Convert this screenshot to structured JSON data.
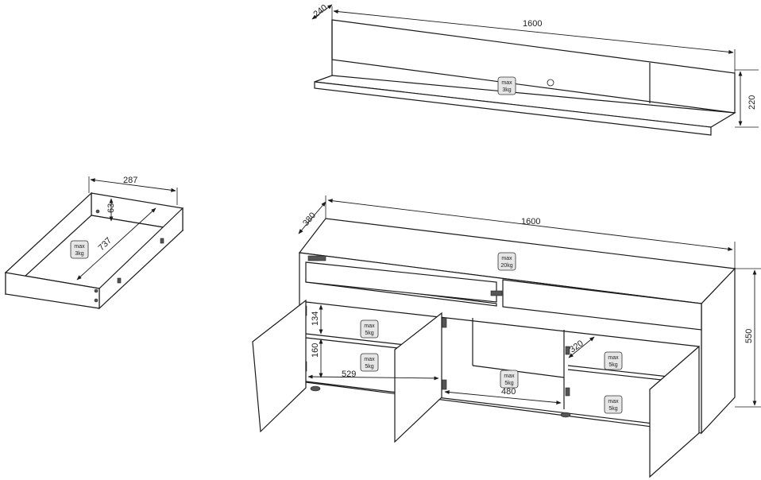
{
  "shelf": {
    "dims": {
      "width": "1600",
      "depth": "240",
      "height": "220"
    },
    "load": {
      "line1": "max",
      "line2": "3kg"
    }
  },
  "drawer": {
    "dims": {
      "width": "287",
      "height": "63",
      "depth": "737"
    },
    "load": {
      "line1": "max",
      "line2": "3kg"
    }
  },
  "cabinet": {
    "dims": {
      "width": "1600",
      "depth": "380",
      "height": "550",
      "left_shelf_upper": "134",
      "left_shelf_lower": "160",
      "left_inner_width": "529",
      "center_inner_width": "480",
      "right_inner_depth": "320"
    },
    "loads": {
      "top": {
        "line1": "max",
        "line2": "20kg"
      },
      "left_upper": {
        "line1": "max",
        "line2": "5kg"
      },
      "left_lower": {
        "line1": "max",
        "line2": "5kg"
      },
      "center": {
        "line1": "max",
        "line2": "5kg"
      },
      "right_upper": {
        "line1": "max",
        "line2": "5kg"
      },
      "right_lower": {
        "line1": "max",
        "line2": "5kg"
      }
    }
  }
}
